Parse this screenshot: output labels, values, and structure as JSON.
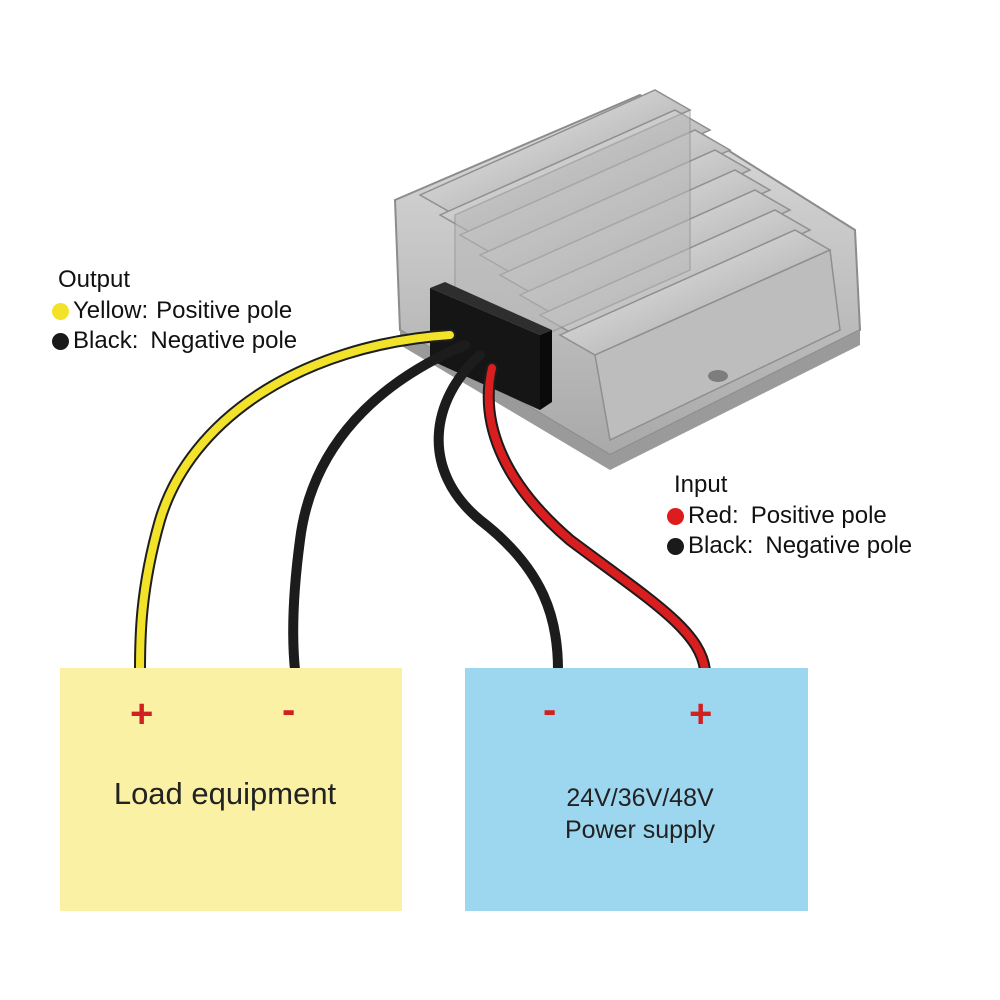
{
  "output_legend": {
    "title": "Output",
    "items": [
      {
        "color_name": "Yellow:",
        "meaning": "Positive pole",
        "dot_color": "#f2e32a"
      },
      {
        "color_name": "Black:",
        "meaning": "Negative pole",
        "dot_color": "#1a1a1a"
      }
    ]
  },
  "input_legend": {
    "title": "Input",
    "items": [
      {
        "color_name": "Red:",
        "meaning": "Positive pole",
        "dot_color": "#dd1d1d"
      },
      {
        "color_name": "Black:",
        "meaning": "Negative pole",
        "dot_color": "#1a1a1a"
      }
    ]
  },
  "load_box": {
    "label": "Load equipment",
    "plus_sign": "+",
    "minus_sign": "-",
    "fill": "#fbf1a4"
  },
  "supply_box": {
    "line1": "24V/36V/48V",
    "line2": "Power supply",
    "minus_sign": "-",
    "plus_sign": "+",
    "fill": "#9dd6ef"
  },
  "colors": {
    "wire_yellow": "#f2e32a",
    "wire_red": "#d81e1e",
    "wire_black": "#1c1c1c",
    "sign_red": "#d21f1f",
    "aluminum": "#c9c9c9"
  }
}
